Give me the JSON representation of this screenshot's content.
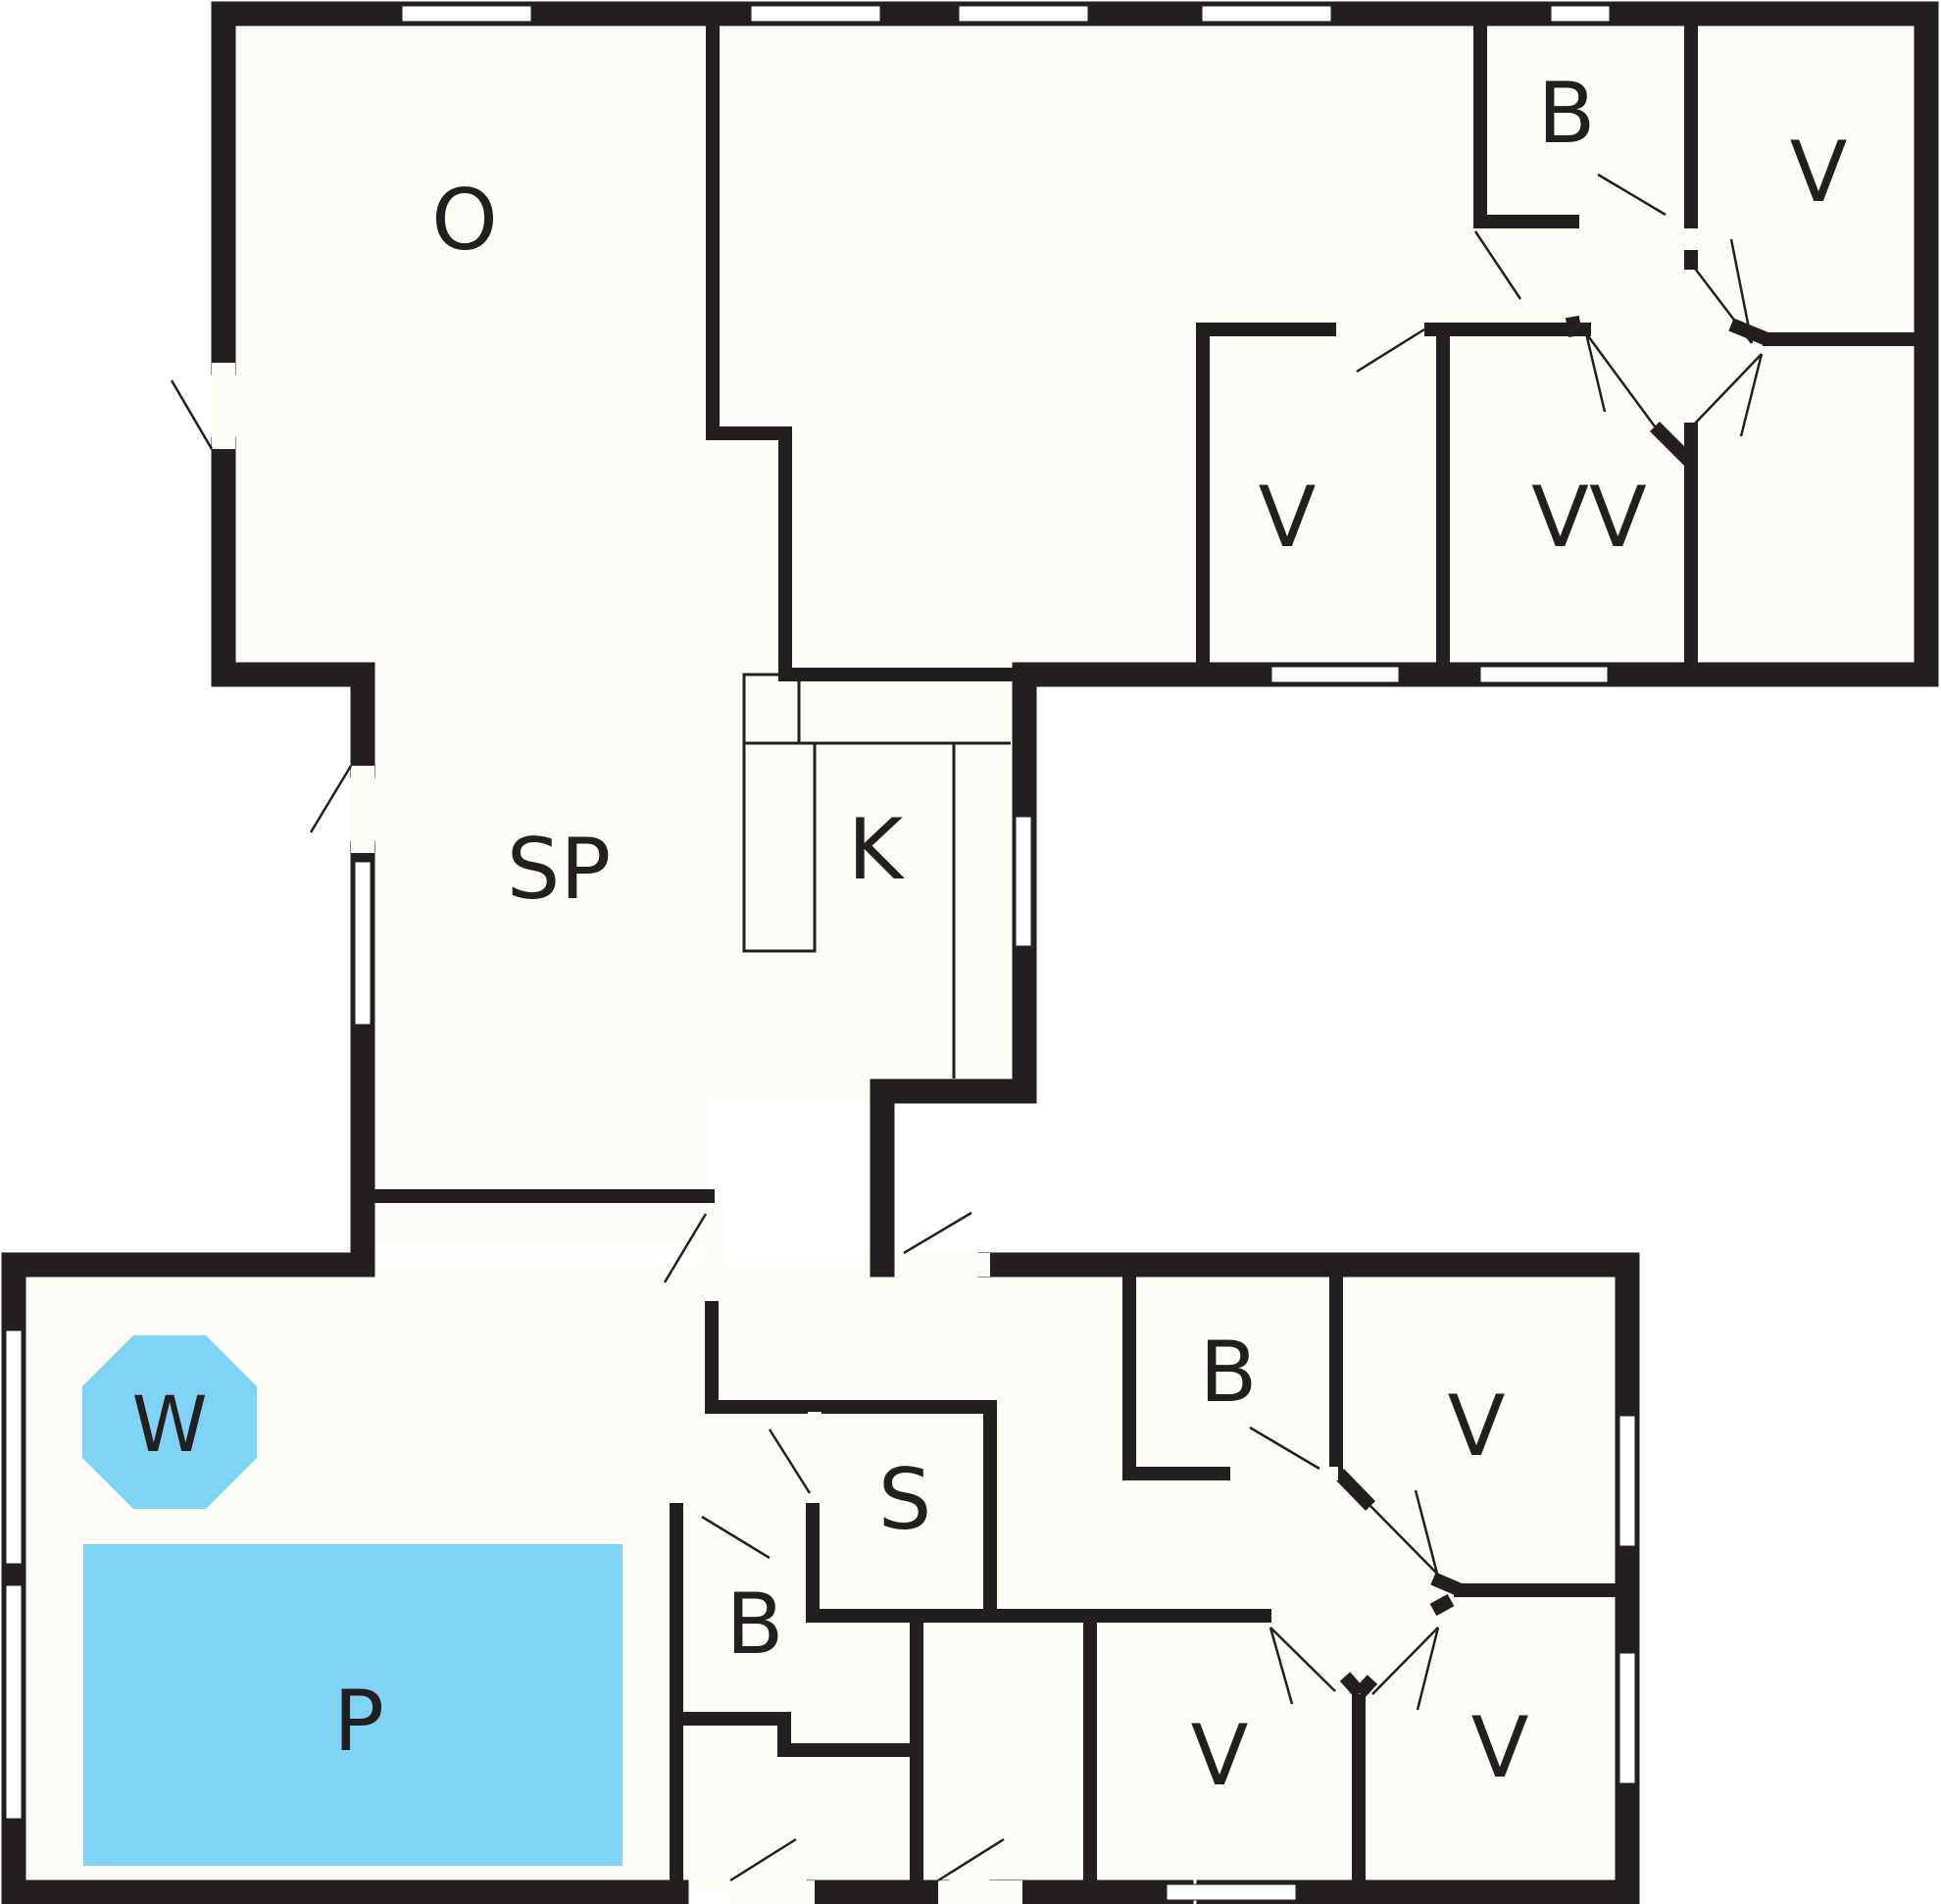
{
  "colors": {
    "wall": "#231f20",
    "floor": "#fdfdf7",
    "water": "#7fd4f6",
    "background": "#ffffff"
  },
  "labels": {
    "O": "O",
    "SP": "SP",
    "K": "K",
    "B_top": "B",
    "V_top_right": "V",
    "V_top_mid": "V",
    "WV": "VV",
    "W": "W",
    "P": "P",
    "S": "S",
    "B_lower_mid": "B",
    "B_lower_right": "B",
    "V_lower_right_top": "V",
    "V_lower_mid": "V",
    "V_lower_right_bottom": "V"
  }
}
